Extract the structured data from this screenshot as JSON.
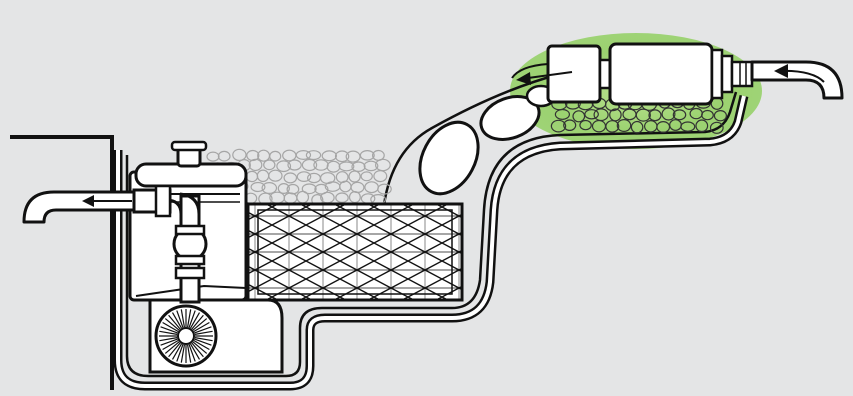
{
  "diagram": {
    "title": "",
    "colors": {
      "background": "#e4e5e6",
      "outline": "#111111",
      "glow": "#9bd270",
      "white": "#ffffff",
      "pebble_stroke": "#9a9a9a"
    },
    "components": [
      {
        "name": "pond-liner",
        "label": ""
      },
      {
        "name": "skimmer-box",
        "label": ""
      },
      {
        "name": "water-pump",
        "label": ""
      },
      {
        "name": "filter-media",
        "label": ""
      },
      {
        "name": "gravel-bed",
        "label": ""
      },
      {
        "name": "boulders",
        "label": ""
      },
      {
        "name": "uv-clarifier",
        "label": ""
      },
      {
        "name": "inlet-pipe",
        "label": ""
      },
      {
        "name": "outlet-pipe",
        "label": ""
      }
    ],
    "flow": {
      "inlet_direction": "right-to-left",
      "outlet_direction": "right-to-left"
    }
  }
}
